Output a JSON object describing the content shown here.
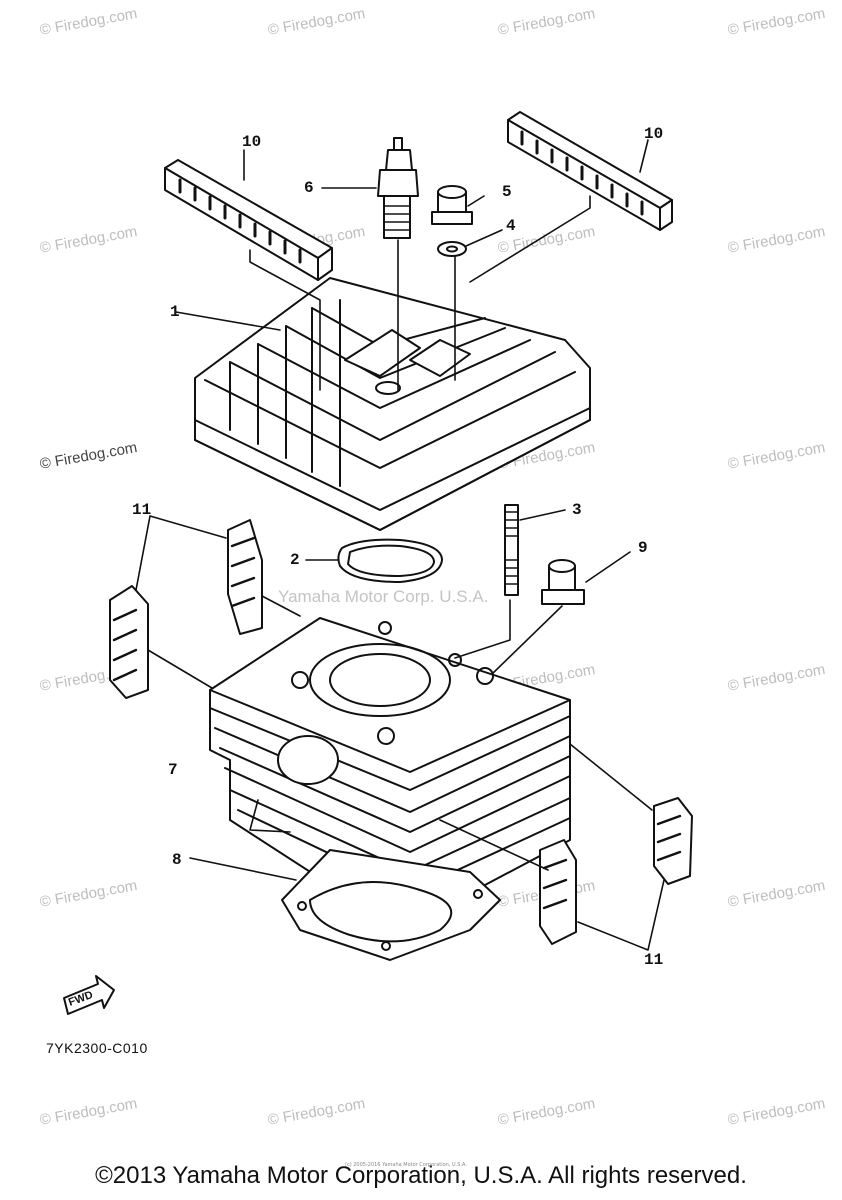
{
  "watermark": "© Firedog.com",
  "center_watermark": "Yamaha Motor Corp. U.S.A.",
  "callouts": [
    "1",
    "2",
    "3",
    "4",
    "5",
    "6",
    "7",
    "8",
    "9",
    "10",
    "10",
    "11",
    "11"
  ],
  "fwd_label": "FWD",
  "diagram_code": "7YK2300-C010",
  "fine_print": "(c) 2005-2016 Yamaha Motor Corporation, U.S.A.",
  "copyright": "©2013 Yamaha Motor Corporation, U.S.A. All rights reserved."
}
